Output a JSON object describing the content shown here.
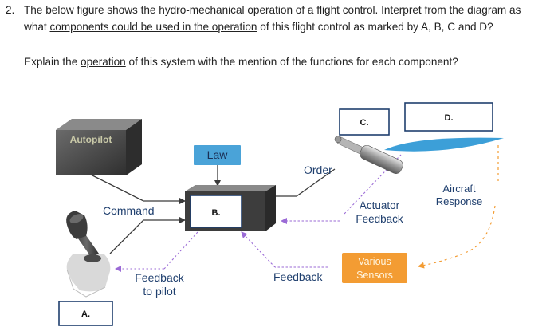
{
  "question": {
    "number": "2.",
    "line1": "The below figure shows the hydro-mechanical operation of a flight control. Interpret from the diagram as",
    "line2_pre": "what ",
    "line2_link": "components could be used in the operation",
    "line2_post": " of this flight control as marked by A, B, C and D?",
    "line3_pre": "Explain the ",
    "line3_link": "operation",
    "line3_post": " of this system with the mention of the functions for each component?"
  },
  "diagram": {
    "autopilot": "Autopilot",
    "law": "Law",
    "order": "Order",
    "command": "Command",
    "box_b": "B.",
    "box_c": "C.",
    "box_d": "D.",
    "box_a": "A.",
    "actuator_feedback": [
      "Actuator",
      "Feedback"
    ],
    "aircraft_response": [
      "Aircraft",
      "Response"
    ],
    "various_sensors": [
      "Various",
      "Sensors"
    ],
    "feedback": "Feedback",
    "feedback_to_pilot": [
      "Feedback",
      "to pilot"
    ]
  },
  "colors": {
    "label_blue": "#1f3f6e",
    "law_box": "#4aa3d8",
    "sensors_box": "#f39c33",
    "surface": "#3c9fd8",
    "purple_dash": "#9b6bd6",
    "orange_dash": "#f39c33"
  }
}
